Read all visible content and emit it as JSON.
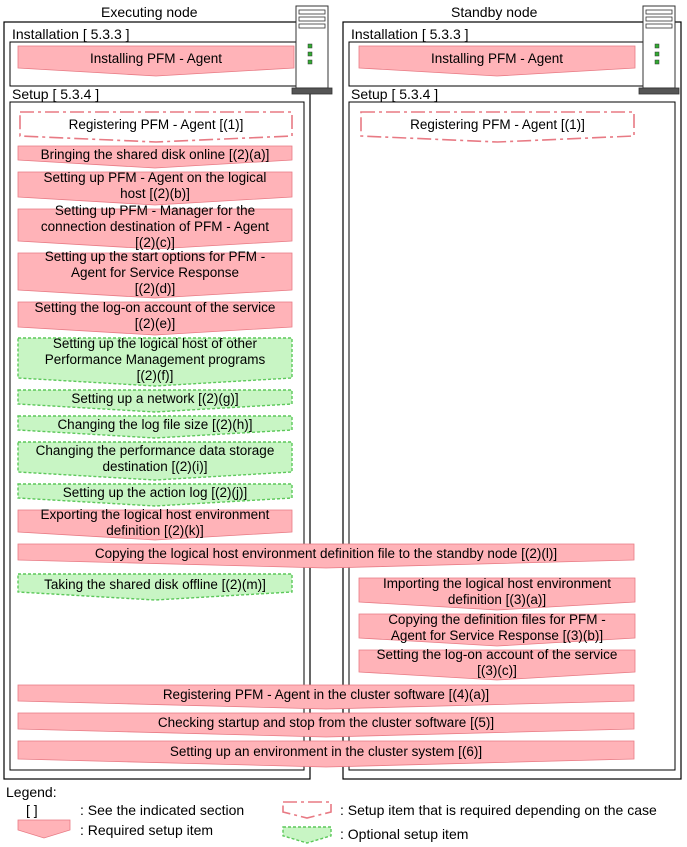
{
  "columns": {
    "executing": "Executing node",
    "standby": "Standby node"
  },
  "sections": {
    "installation": "Installation [ 5.3.3 ]",
    "setup": "Setup  [ 5.3.4 ]",
    "setup_standby": "Setup [ 5.3.4 ]"
  },
  "steps": {
    "install_exec": "Installing PFM - Agent",
    "install_standby": "Installing PFM - Agent",
    "register_exec": "Registering PFM - Agent [(1)]",
    "register_standby": "Registering PFM - Agent [(1)]",
    "s_2a": "Bringing the shared disk online [(2)(a)]",
    "s_2b": "Setting up PFM - Agent on the logical\nhost [(2)(b)]",
    "s_2c": "Setting up PFM - Manager for the\nconnection destination of PFM - Agent\n[(2)(c)]",
    "s_2d": "Setting up the start options for PFM -\nAgent for Service Response\n[(2)(d)]",
    "s_2e": "Setting the log-on account of the service\n[(2)(e)]",
    "s_2f": "Setting up the logical host of other\nPerformance Management programs\n[(2)(f)]",
    "s_2g": "Setting up a network [(2)(g)]",
    "s_2h": "Changing the log file size [(2)(h)]",
    "s_2i": "Changing the performance data storage\ndestination [(2)(i)]",
    "s_2j": "Setting up the action log [(2)(j)]",
    "s_2k": "Exporting the logical host environment\ndefinition [(2)(k)]",
    "s_2l": "Copying the logical host environment definition file to the standby node [(2)(l)]",
    "s_2m": "Taking the shared disk offline [(2)(m)]",
    "s_3a": "Importing the logical host environment\ndefinition [(3)(a)]",
    "s_3b": "Copying the definition files for PFM -\nAgent for Service Response [(3)(b)]",
    "s_3c": "Setting the log-on account of the service\n[(3)(c)]",
    "s_4a": "Registering PFM - Agent in the cluster software [(4)(a)]",
    "s_5": "Checking startup and stop from the cluster software [(5)]",
    "s_6": "Setting up an environment in the cluster system [(6)]"
  },
  "legend": {
    "title": "Legend:",
    "bracket_symbol": "[     ]",
    "bracket_desc": ": See the indicated section",
    "required_desc": ": Required setup item",
    "conditional_desc": ": Setup item that is required depending on the case",
    "optional_desc": ": Optional setup item"
  },
  "colors": {
    "required_fill": "#FFB3B8",
    "required_stroke": "#E87A84",
    "optional_fill": "#C8F5C4",
    "optional_stroke": "#5CC85A",
    "conditional_stroke": "#E87A84"
  },
  "icons": [
    "server-icon"
  ]
}
